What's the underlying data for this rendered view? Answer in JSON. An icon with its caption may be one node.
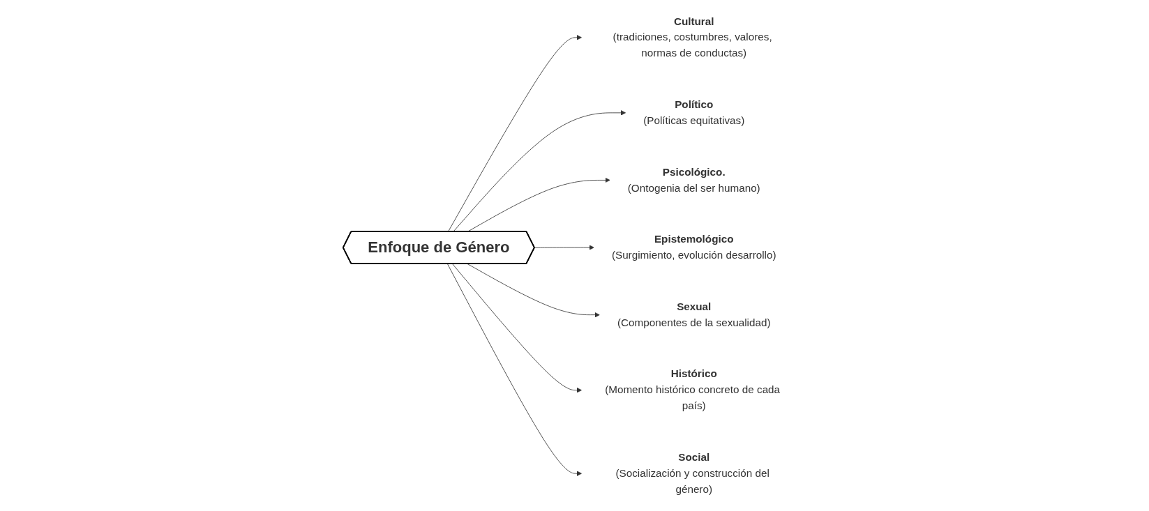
{
  "diagram": {
    "nodes": [
      {
        "text": [
          "Enfoque de Género"
        ]
      },
      {
        "text": [
          "Cultural",
          "(tradiciones, costumbres, valores, normas de conductas)"
        ]
      },
      {
        "text": [
          "Político",
          "(Políticas equitativas)"
        ]
      },
      {
        "text": [
          "Psicológico.",
          "(Ontogenia del ser humano)"
        ]
      },
      {
        "text": [
          "Epistemológico",
          "(Surgimiento, evolución desarrollo)"
        ]
      },
      {
        "text": [
          "Sexual",
          "(Componentes de la sexualidad)"
        ]
      },
      {
        "text": [
          "Histórico",
          "(Momento histórico concreto de cada país)"
        ]
      },
      {
        "text": [
          "Social",
          "(Socialización y construcción del género)"
        ]
      }
    ],
    "edges": [
      {
        "from": 0,
        "to": 1,
        "arrow": "to"
      },
      {
        "from": 0,
        "to": 2,
        "arrow": "to"
      },
      {
        "from": 0,
        "to": 3,
        "arrow": "to"
      },
      {
        "from": 0,
        "to": 4,
        "arrow": "to"
      },
      {
        "from": 0,
        "to": 5,
        "arrow": "to"
      },
      {
        "from": 0,
        "to": 6,
        "arrow": "to"
      },
      {
        "from": 0,
        "to": 7,
        "arrow": "to"
      }
    ]
  }
}
